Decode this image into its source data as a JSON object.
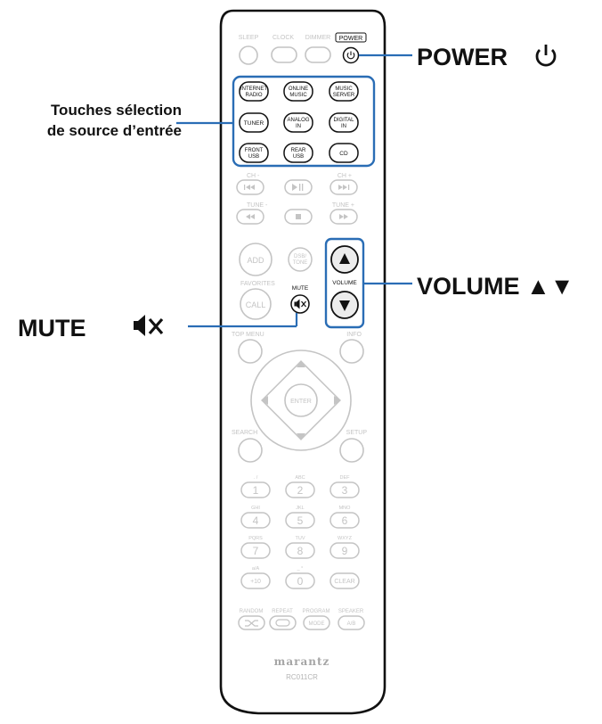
{
  "colors": {
    "callout_line": "#2a6db5",
    "highlight_box": "#2a6db5",
    "faint_element": "#c4c4c4",
    "dark_element": "#111111"
  },
  "callouts": {
    "power": "POWER",
    "input_select_line1": "Touches sélection",
    "input_select_line2": "de source d’entrée",
    "volume": "VOLUME ▲▼",
    "mute": "MUTE"
  },
  "icons": {
    "power": "power-icon",
    "mute": "speaker-mute-icon"
  },
  "remote": {
    "brand": "marantz",
    "model": "RC011CR",
    "top_labels": {
      "sleep": "SLEEP",
      "clock": "CLOCK",
      "dimmer": "DIMMER",
      "power": "POWER"
    },
    "sources": {
      "internet_radio": [
        "INTERNET",
        "RADIO"
      ],
      "online_music": [
        "ONLINE",
        "MUSIC"
      ],
      "music_server": [
        "MUSIC",
        "SERVER"
      ],
      "tuner": [
        "TUNER"
      ],
      "analog_in": [
        "ANALOG",
        "IN"
      ],
      "digital_in": [
        "DIGITAL",
        "IN"
      ],
      "front_usb": [
        "FRONT",
        "USB"
      ],
      "rear_usb": [
        "REAR",
        "USB"
      ],
      "cd": [
        "CD"
      ]
    },
    "ch_minus": "CH -",
    "ch_plus": "CH +",
    "tune_minus": "TUNE -",
    "tune_plus": "TUNE +",
    "add": "ADD",
    "dsb_tone": [
      "DSB/",
      "TONE"
    ],
    "favorites": "FAVORITES",
    "call": "CALL",
    "mute": "MUTE",
    "volume": "VOLUME",
    "top_menu": "TOP MENU",
    "info": "INFO",
    "enter": "ENTER",
    "search": "SEARCH",
    "setup": "SETUP",
    "keypad": [
      {
        "sub": ". / ",
        "key": "1"
      },
      {
        "sub": "ABC",
        "key": "2"
      },
      {
        "sub": "DEF",
        "key": "3"
      },
      {
        "sub": "GHI",
        "key": "4"
      },
      {
        "sub": "JKL",
        "key": "5"
      },
      {
        "sub": "MNO",
        "key": "6"
      },
      {
        "sub": "PQRS",
        "key": "7"
      },
      {
        "sub": "TUV",
        "key": "8"
      },
      {
        "sub": "WXYZ",
        "key": "9"
      },
      {
        "sub": "a/A",
        "key": "+10"
      },
      {
        "sub": "_ °",
        "key": "0"
      },
      {
        "sub": "",
        "key": "CLEAR"
      }
    ],
    "bottom_labels": {
      "random": "RANDOM",
      "repeat": "REPEAT",
      "program": "PROGRAM",
      "speaker": "SPEAKER"
    },
    "mode": "MODE",
    "ab": "A/B"
  }
}
